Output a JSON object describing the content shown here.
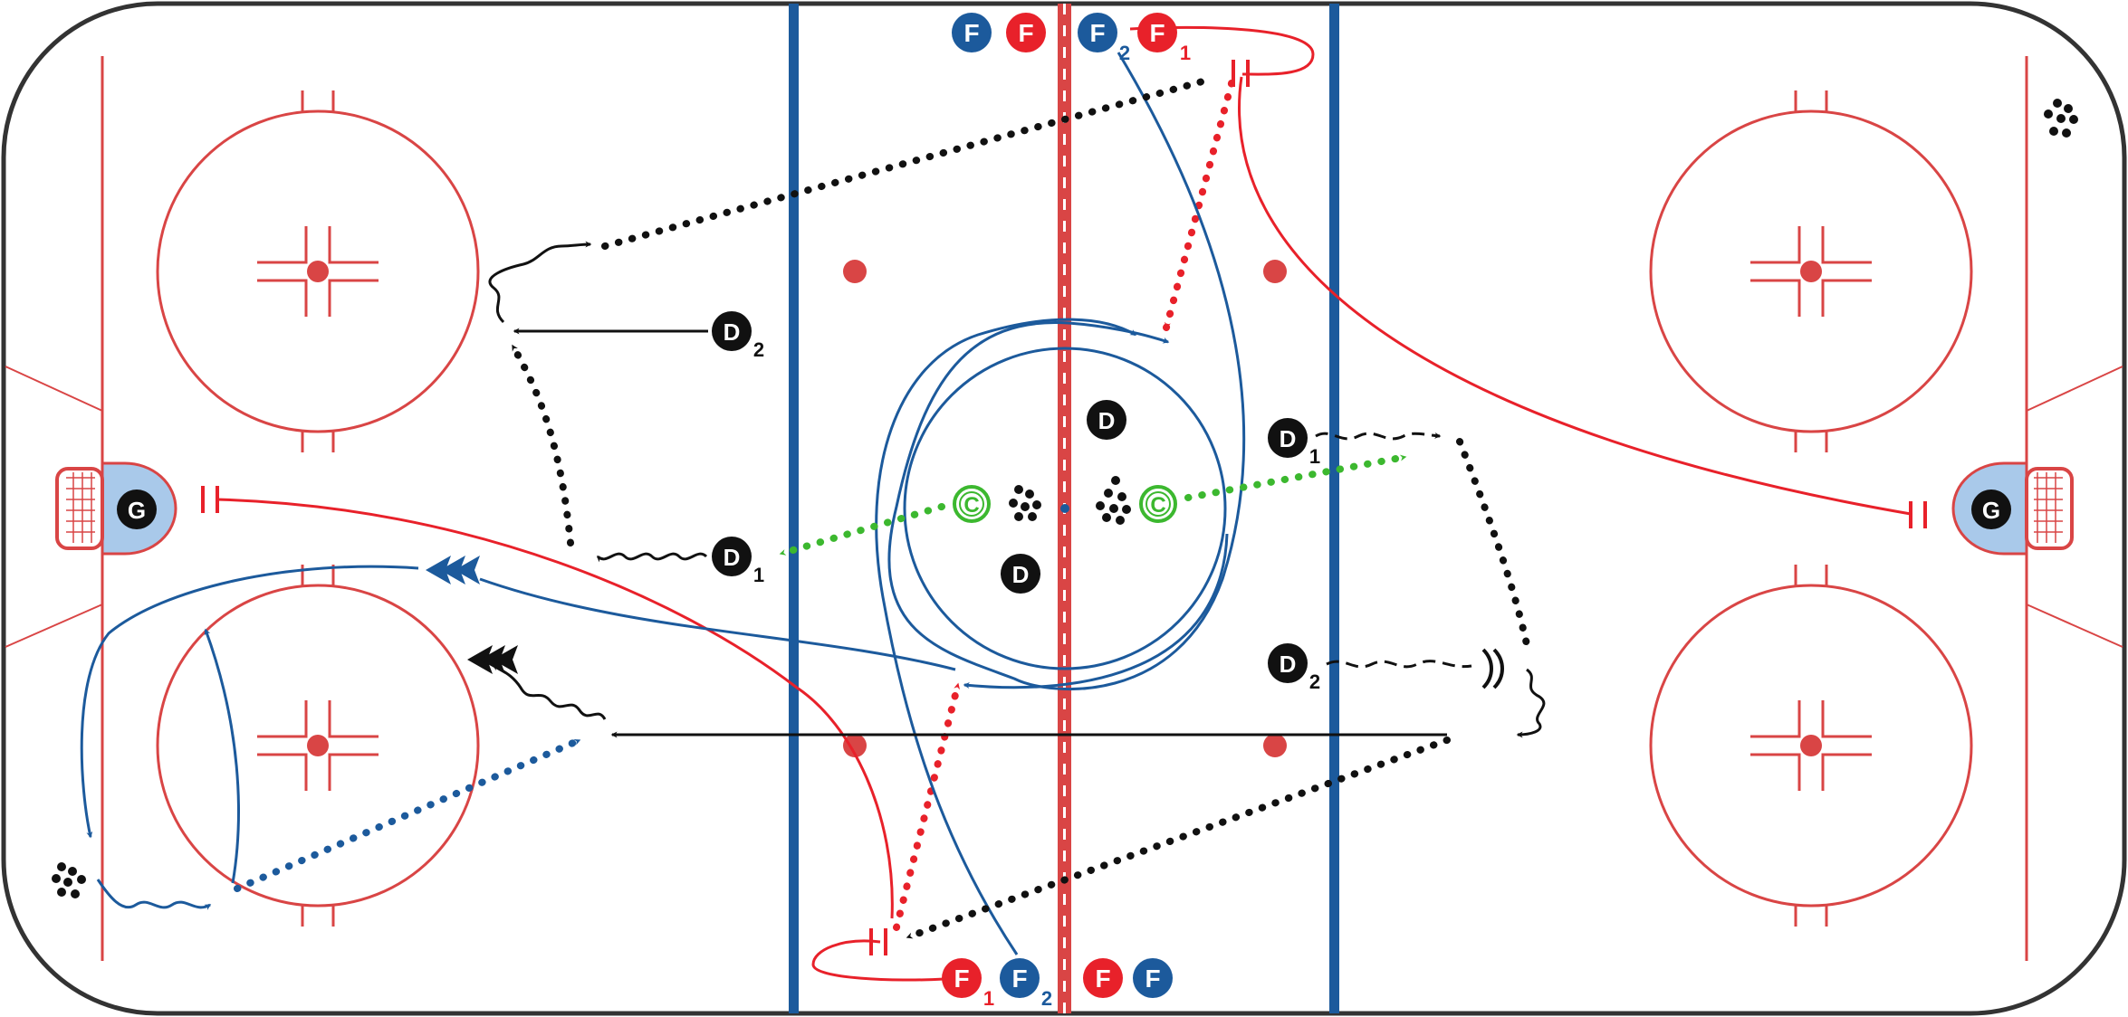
{
  "colors": {
    "red": "#e8212a",
    "blue": "#1c5a9c",
    "black": "#111111",
    "green": "#3cb82f",
    "crease": "#a9c9ea",
    "rink_line": "#d94545"
  },
  "players": {
    "top_f_blue_a": "F",
    "top_f_red_a": "F",
    "top_f2": "F",
    "top_f2_sub": "2",
    "top_f1": "F",
    "top_f1_sub": "1",
    "bot_f1": "F",
    "bot_f1_sub": "1",
    "bot_f2": "F",
    "bot_f2_sub": "2",
    "bot_f_red_b": "F",
    "bot_f_blue_b": "F",
    "left_d2": "D",
    "left_d2_sub": "2",
    "left_d1": "D",
    "left_d1_sub": "1",
    "center_d_top": "D",
    "center_d_bottom": "D",
    "right_d1": "D",
    "right_d1_sub": "1",
    "right_d2": "D",
    "right_d2_sub": "2",
    "goalie_left": "G",
    "goalie_right": "G"
  },
  "coach_markers": {
    "left": "C",
    "right": "C"
  },
  "icons": [
    "puck-pile-icon",
    "pylon-icon",
    "pass-arrow-icon",
    "skate-arrow-icon",
    "shot-arrow-icon",
    "stop-icon"
  ]
}
